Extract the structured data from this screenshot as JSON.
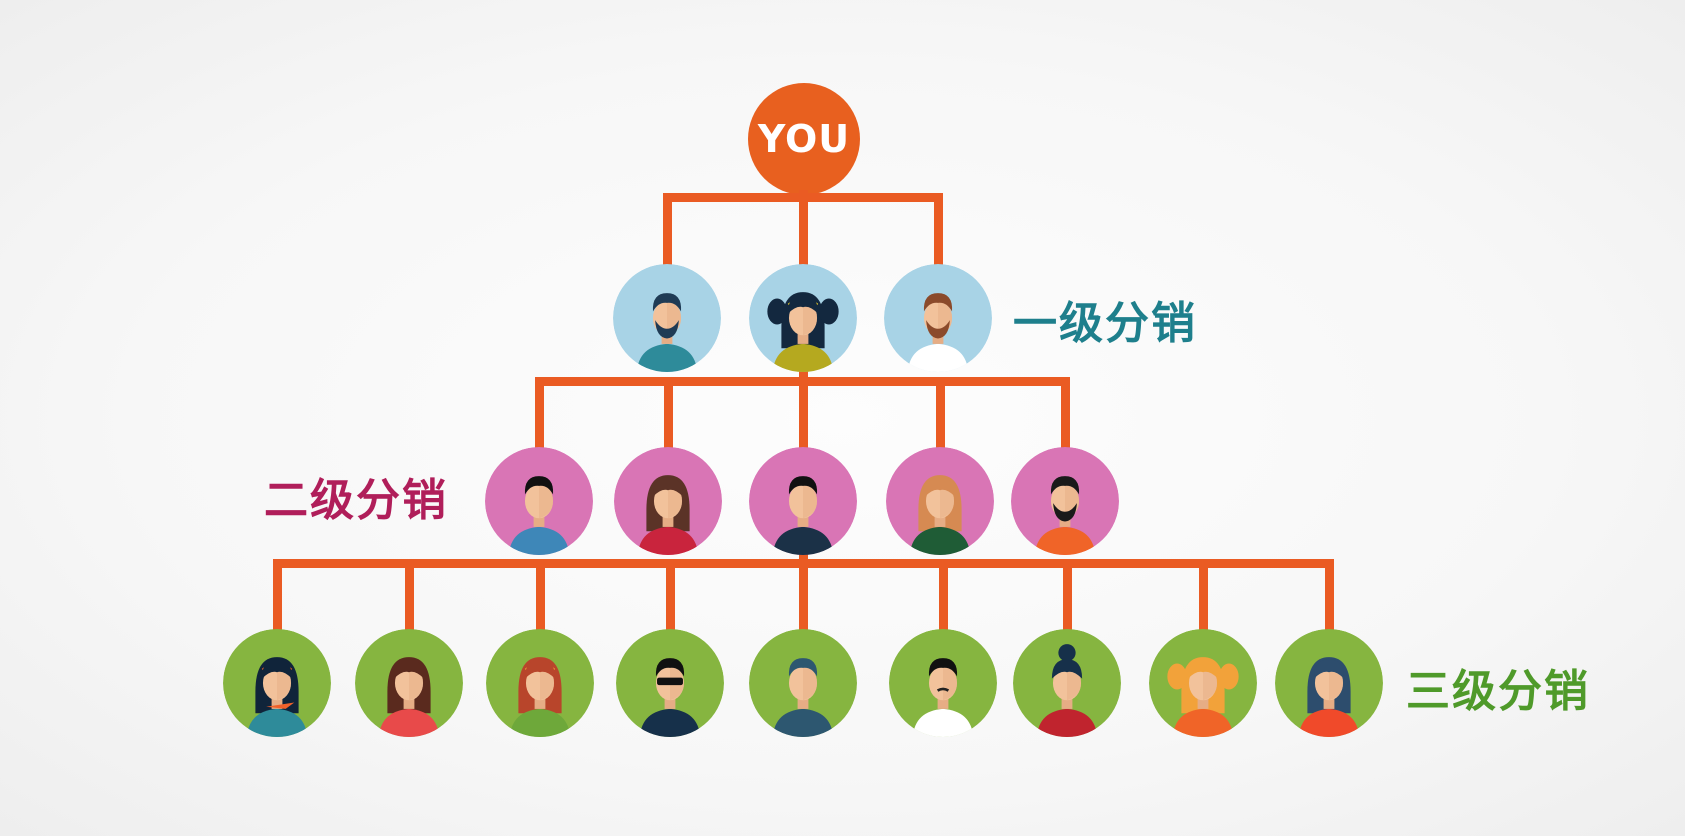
{
  "root": {
    "label": "YOU",
    "color": "#e8601f",
    "text_color": "#ffffff"
  },
  "connector_color": "#ea5b23",
  "levels": [
    {
      "label": "一级分销",
      "label_color": "#1e7f8c",
      "circle_color": "#a8d3e6",
      "members": [
        {
          "avatar": "man-beard-teal-shirt",
          "hair": "#1f3b55",
          "shirt": "#2e8b9a",
          "beard": "#1f3b55"
        },
        {
          "avatar": "girl-pigtails-headband",
          "hair": "#13283f",
          "shirt": "#b5a91f",
          "accent": "#f2d22b"
        },
        {
          "avatar": "man-brown-beard-vest",
          "hair": "#8b4a2b",
          "shirt": "#ffffff",
          "beard": "#8b4a2b",
          "accent": "#e8552a"
        }
      ]
    },
    {
      "label": "二级分销",
      "label_color": "#b01e5a",
      "circle_color": "#d975b5",
      "members": [
        {
          "avatar": "boy-collar-blue",
          "hair": "#111111",
          "shirt": "#3e87b8"
        },
        {
          "avatar": "woman-long-hair-necklace",
          "hair": "#5b3327",
          "shirt": "#c9243d"
        },
        {
          "avatar": "man-suit",
          "hair": "#111111",
          "shirt": "#1b3147"
        },
        {
          "avatar": "woman-auburn-bob",
          "hair": "#d68a52",
          "shirt": "#1f5c36"
        },
        {
          "avatar": "man-beard-orange",
          "hair": "#1a1a1a",
          "shirt": "#f06428",
          "beard": "#1a1a1a"
        }
      ]
    },
    {
      "label": "三级分销",
      "label_color": "#4f9a2a",
      "circle_color": "#86b540",
      "members": [
        {
          "avatar": "woman-scarf-headband",
          "hair": "#10243a",
          "shirt": "#2e8b9a",
          "accent": "#f0612a"
        },
        {
          "avatar": "woman-curly-hair",
          "hair": "#5a2a1e",
          "shirt": "#e84a4a"
        },
        {
          "avatar": "woman-red-hair-headband",
          "hair": "#b8452b",
          "shirt": "#6ea83a",
          "accent": "#f39a3a"
        },
        {
          "avatar": "man-sunglasses",
          "hair": "#111111",
          "shirt": "#16304a"
        },
        {
          "avatar": "man-blue-hair",
          "hair": "#2d5770",
          "shirt": "#2d5770"
        },
        {
          "avatar": "man-mustache",
          "hair": "#111111",
          "shirt": "#ffffff"
        },
        {
          "avatar": "woman-bun",
          "hair": "#16304a",
          "shirt": "#c0242e"
        },
        {
          "avatar": "girl-blonde-pigtails",
          "hair": "#f2a23a",
          "shirt": "#f06428"
        },
        {
          "avatar": "woman-dark-hair",
          "hair": "#2d4d6d",
          "shirt": "#f04a2a"
        }
      ]
    }
  ]
}
